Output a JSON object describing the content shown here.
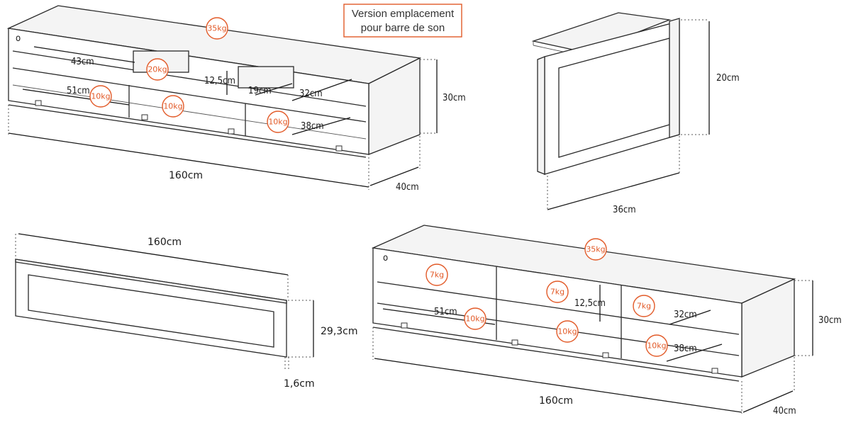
{
  "note": {
    "line1": "Version emplacement",
    "line2": "pour barre de son",
    "border_color": "#e25a28"
  },
  "accent_color": "#e25a28",
  "unit_top": {
    "weights": {
      "top": "35kg",
      "center": "20kg",
      "shelf_left": "10kg",
      "shelf_mid": "10kg",
      "shelf_right": "10kg"
    },
    "dims": {
      "width": "160cm",
      "depth": "40cm",
      "height": "30cm",
      "opening_43": "43cm",
      "opening_51": "51cm",
      "opening_12_5": "12,5cm",
      "opening_19": "19cm",
      "opening_32": "32cm",
      "opening_38": "38cm"
    }
  },
  "bracket": {
    "dims": {
      "height": "20cm",
      "width": "36cm"
    }
  },
  "panel": {
    "dims": {
      "width": "160cm",
      "height": "29,3cm",
      "thickness": "1,6cm"
    }
  },
  "unit_bottom": {
    "weights": {
      "top": "35kg",
      "upper_left": "7kg",
      "upper_mid": "7kg",
      "upper_right": "7kg",
      "lower_left": "10kg",
      "lower_mid": "10kg",
      "lower_right": "10kg"
    },
    "dims": {
      "width": "160cm",
      "depth": "40cm",
      "height": "30cm",
      "opening_51": "51cm",
      "opening_12_5": "12,5cm",
      "opening_32": "32cm",
      "opening_38": "38cm"
    }
  }
}
